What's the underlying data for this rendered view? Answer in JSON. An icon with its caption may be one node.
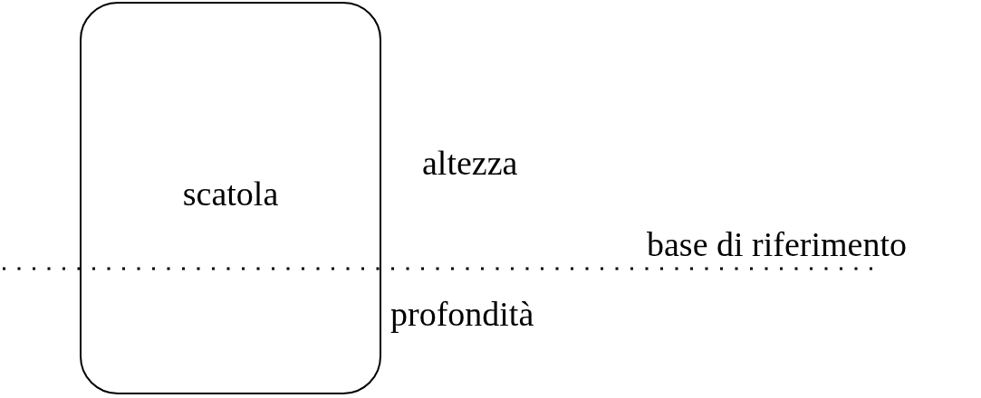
{
  "diagram": {
    "nodes": [
      {
        "text": [
          "scatola"
        ]
      }
    ],
    "labels": [
      "altezza",
      "base di riferimento",
      "profondità"
    ]
  }
}
